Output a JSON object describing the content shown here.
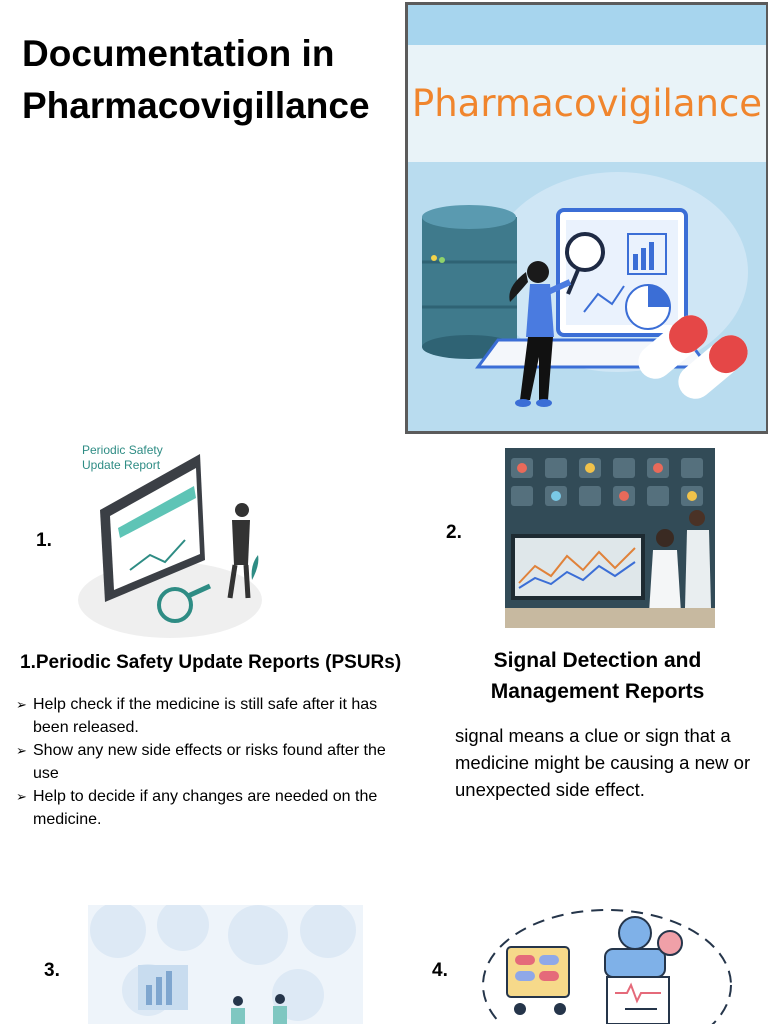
{
  "title": "Documentation in Pharmacovigillance",
  "hero": {
    "banner_text": "Pharmacovigilance",
    "colors": {
      "sky": "#b9dcef",
      "banner": "#e9f3f8",
      "text": "#f0852d",
      "frame": "#5b5b5b"
    }
  },
  "sections": [
    {
      "number": "1.",
      "image_caption": "Periodic Safety Update Report",
      "heading": "1.Periodic Safety Update Reports (PSURs)",
      "bullets": [
        "Help check if the medicine is still safe after it has been released.",
        "Show any new side effects or risks found after the use",
        "Help to decide if any changes are needed on the medicine."
      ]
    },
    {
      "number": "2.",
      "heading": "Signal Detection and Management Reports",
      "text": "signal means a clue or sign that a medicine might be causing a new or unexpected side effect."
    },
    {
      "number": "3."
    },
    {
      "number": "4."
    }
  ],
  "icons": {
    "bullet": "arrowhead-bullet-icon"
  }
}
